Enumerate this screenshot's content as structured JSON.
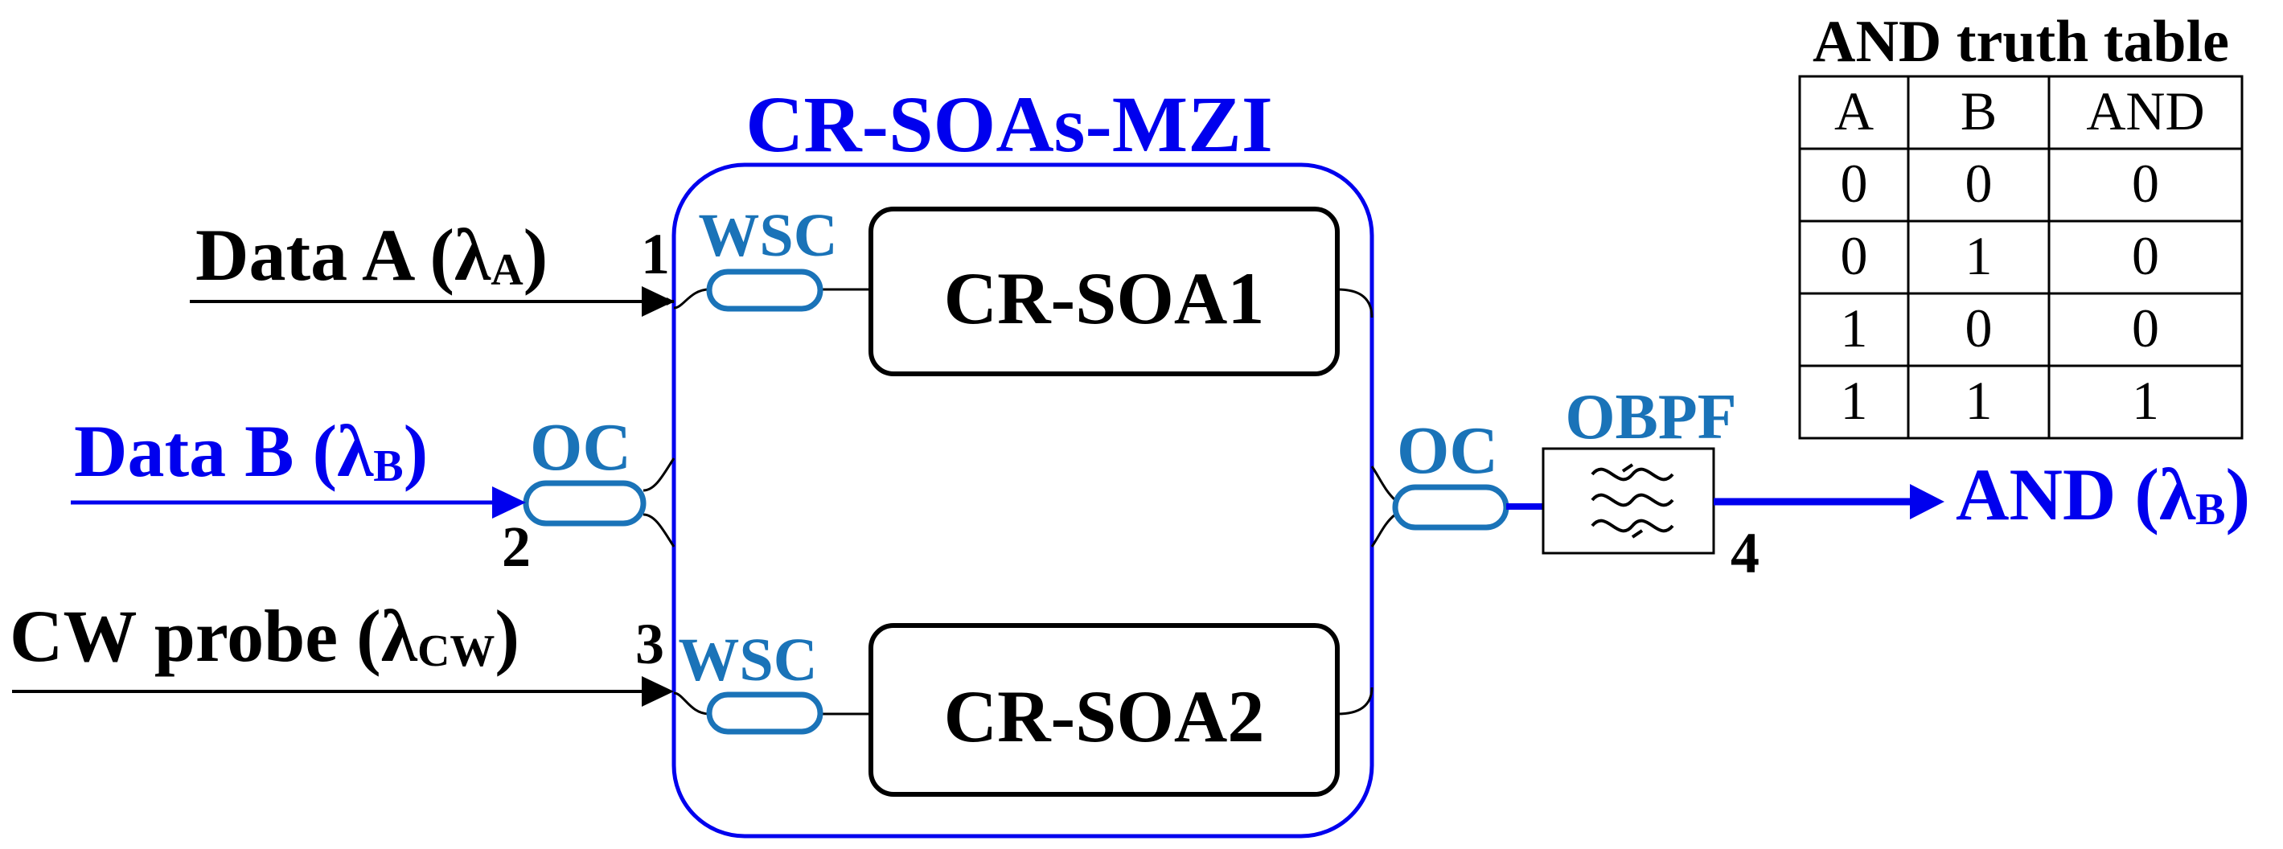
{
  "diagram": {
    "mzi_title": "CR-SOAs-MZI",
    "soa1_label": "CR-SOA1",
    "soa2_label": "CR-SOA2",
    "wsc_top_label": "WSC",
    "wsc_bottom_label": "WSC",
    "oc_input_label": "OC",
    "oc_output_label": "OC",
    "obpf_label": "OBPF",
    "input_a": {
      "prefix": "Data A (λ",
      "sub": "A",
      "suffix": ")"
    },
    "input_b": {
      "prefix": "Data B (λ",
      "sub": "B",
      "suffix": ")"
    },
    "input_cw": {
      "prefix": "CW probe (λ",
      "sub": "CW",
      "suffix": ")"
    },
    "output": {
      "prefix": "AND (λ",
      "sub": "B",
      "suffix": ")"
    },
    "port_1": "1",
    "port_2": "2",
    "port_3": "3",
    "port_4": "4",
    "colors": {
      "black": "#000000",
      "blue": "#0000ee",
      "coupler_blue": "#1a73b8"
    }
  },
  "truth_table": {
    "title": "AND truth table",
    "headers": [
      "A",
      "B",
      "AND"
    ],
    "rows": [
      [
        "0",
        "0",
        "0"
      ],
      [
        "0",
        "1",
        "0"
      ],
      [
        "1",
        "0",
        "0"
      ],
      [
        "1",
        "1",
        "1"
      ]
    ]
  }
}
